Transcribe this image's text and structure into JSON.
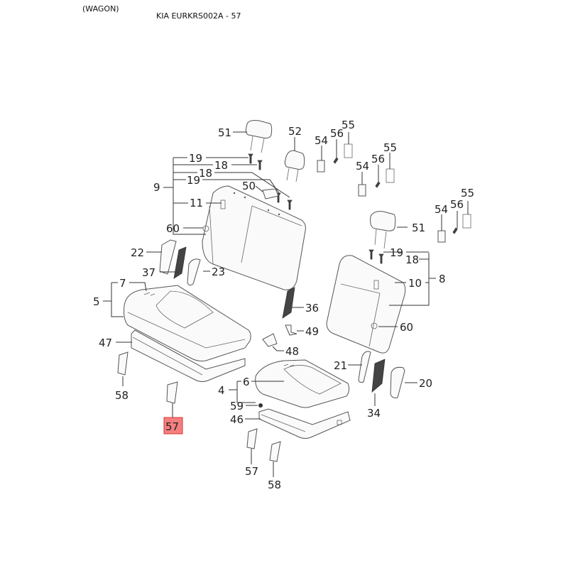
{
  "header": {
    "variant": "(WAGON)",
    "diagram_ref": "KIA EURKRS002A - 57"
  },
  "highlight_color": "#f47f7f",
  "callouts": {
    "c51a": "51",
    "c52": "52",
    "c54a": "54",
    "c56a": "56",
    "c55a": "55",
    "c54b": "54",
    "c56b": "56",
    "c55b": "55",
    "c54c": "54",
    "c56c": "56",
    "c55c": "55",
    "c51b": "51",
    "c19a": "19",
    "c18a": "18",
    "c18b": "18",
    "c19b": "19",
    "c9": "9",
    "c50": "50",
    "c11": "11",
    "c60a": "60",
    "c22": "22",
    "c37": "37",
    "c23": "23",
    "c7": "7",
    "c5": "5",
    "c47": "47",
    "c58a": "58",
    "c57a": "57",
    "c36": "36",
    "c49": "49",
    "c48": "48",
    "c19c": "19",
    "c18c": "18",
    "c10": "10",
    "c8": "8",
    "c60b": "60",
    "c21": "21",
    "c20": "20",
    "c34": "34",
    "c6": "6",
    "c4": "4",
    "c59": "59",
    "c46": "46",
    "c57b": "57",
    "c58b": "58"
  },
  "highlighted_part": "57"
}
